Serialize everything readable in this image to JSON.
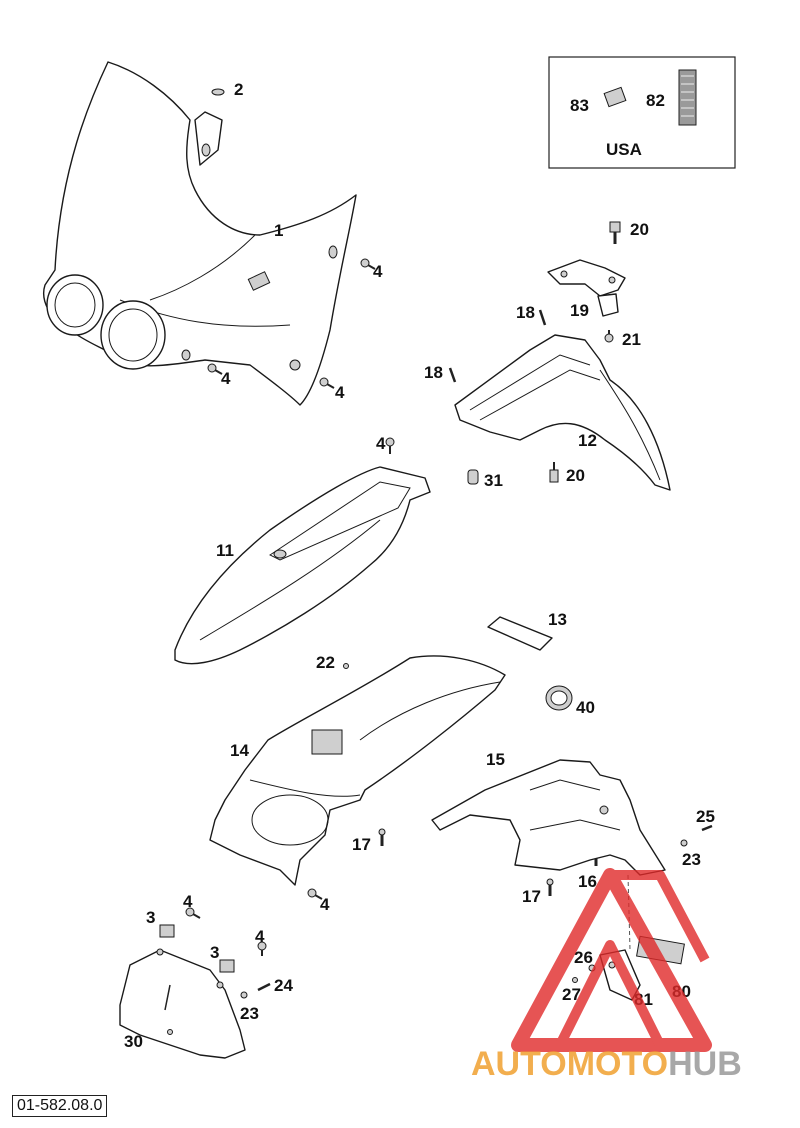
{
  "callouts": {
    "c1": "1",
    "c2": "2",
    "c3a": "3",
    "c3b": "3",
    "c4a": "4",
    "c4b": "4",
    "c4c": "4",
    "c4d": "4",
    "c4e": "4",
    "c4f": "4",
    "c4g": "4",
    "c11": "11",
    "c12": "12",
    "c13": "13",
    "c14": "14",
    "c15": "15",
    "c16": "16",
    "c17a": "17",
    "c17b": "17",
    "c18a": "18",
    "c18b": "18",
    "c19": "19",
    "c20a": "20",
    "c20b": "20",
    "c21": "21",
    "c22": "22",
    "c23a": "23",
    "c23b": "23",
    "c24": "24",
    "c25": "25",
    "c26": "26",
    "c27": "27",
    "c30": "30",
    "c31": "31",
    "c40": "40",
    "c80": "80",
    "c81": "81"
  },
  "usa_box": {
    "label": "USA",
    "c82": "82",
    "c83": "83"
  },
  "part_number": "01-582.08.0",
  "watermark": {
    "part1": "AUTO",
    "part2": "MOTO",
    "part3": "HUB",
    "colors": {
      "red": "#e02a2a",
      "orange": "#f0a030",
      "gray": "#9a9a9a"
    }
  }
}
